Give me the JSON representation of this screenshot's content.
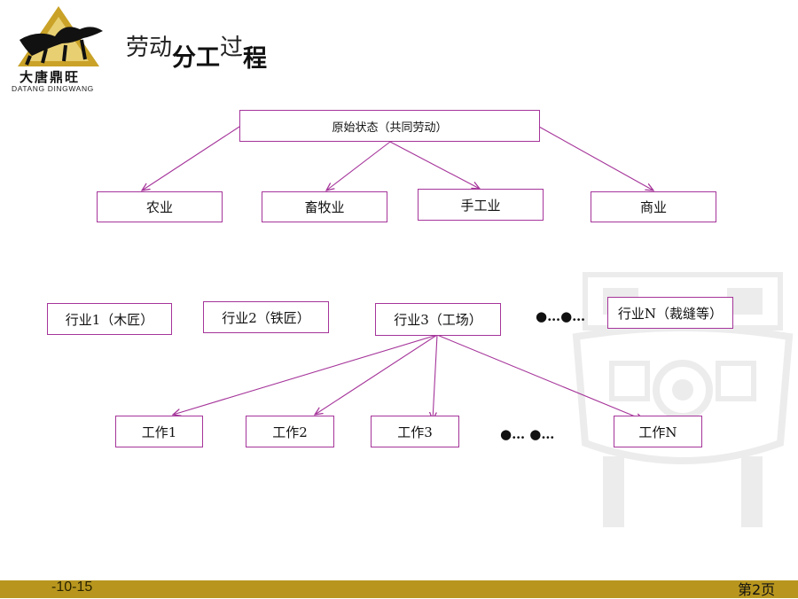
{
  "logo": {
    "cn": "大唐鼎旺",
    "en": "DATANG  DINGWANG"
  },
  "title": {
    "part1": "劳动",
    "part2": "分工",
    "part3": "过",
    "part4": "程"
  },
  "root": "原始状态（共同劳动）",
  "sectors": [
    "农业",
    "畜牧业",
    "手工业",
    "商业"
  ],
  "industries": [
    "行业1（木匠）",
    "行业2（铁匠）",
    "行业3（工场）",
    "行业N（裁缝等）"
  ],
  "industry_ellipsis": "●…●…",
  "jobs": [
    "工作1",
    "工作2",
    "工作3",
    "工作N"
  ],
  "job_ellipsis": "●… ●…",
  "footer": {
    "date": "-10-15",
    "page": "第2页"
  },
  "colors": {
    "line": "#a5349a",
    "footer": "#b8961e"
  }
}
